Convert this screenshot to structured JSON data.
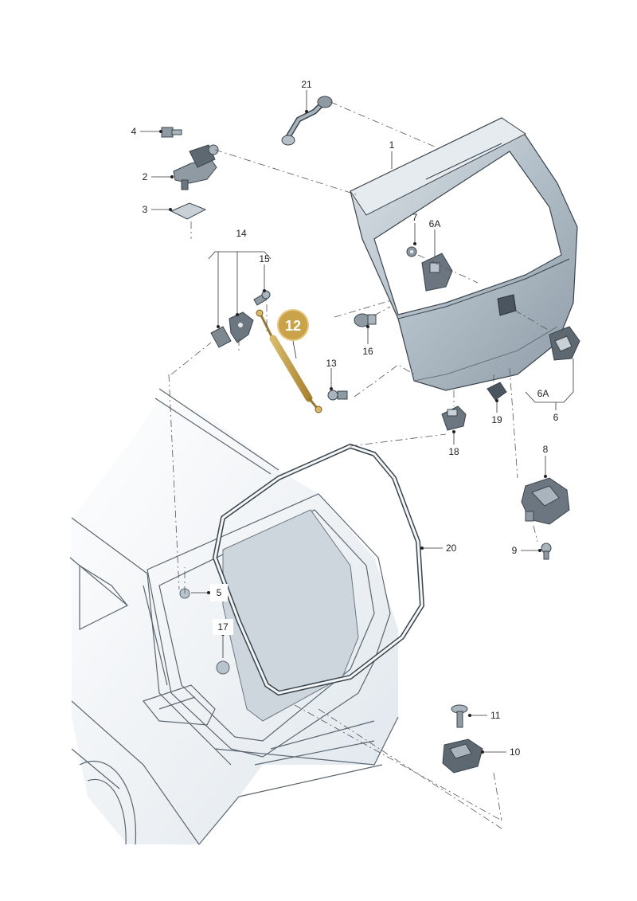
{
  "callouts": [
    {
      "id": "c21",
      "text": "21"
    },
    {
      "id": "c1",
      "text": "1"
    },
    {
      "id": "c4",
      "text": "4"
    },
    {
      "id": "c2",
      "text": "2"
    },
    {
      "id": "c3",
      "text": "3"
    },
    {
      "id": "c7",
      "text": "7"
    },
    {
      "id": "c6A-top",
      "text": "6A"
    },
    {
      "id": "c14",
      "text": "14"
    },
    {
      "id": "c15",
      "text": "15"
    },
    {
      "id": "c12",
      "text": "12"
    },
    {
      "id": "c16",
      "text": "16"
    },
    {
      "id": "c13",
      "text": "13"
    },
    {
      "id": "c6A-bottom",
      "text": "6A"
    },
    {
      "id": "c6",
      "text": "6"
    },
    {
      "id": "c19",
      "text": "19"
    },
    {
      "id": "c18",
      "text": "18"
    },
    {
      "id": "c8",
      "text": "8"
    },
    {
      "id": "c20",
      "text": "20"
    },
    {
      "id": "c9",
      "text": "9"
    },
    {
      "id": "c5",
      "text": "5"
    },
    {
      "id": "c17",
      "text": "17"
    },
    {
      "id": "c11",
      "text": "11"
    },
    {
      "id": "c10",
      "text": "10"
    }
  ],
  "colors": {
    "highlight": "#c9a24a",
    "highlight_ring": "#e3c77d",
    "tailgate_fill": "#aebac4",
    "car_fill": "#eef2f5",
    "glass_fill": "#c3ccd3",
    "part_fill": "#8f9aa3"
  }
}
